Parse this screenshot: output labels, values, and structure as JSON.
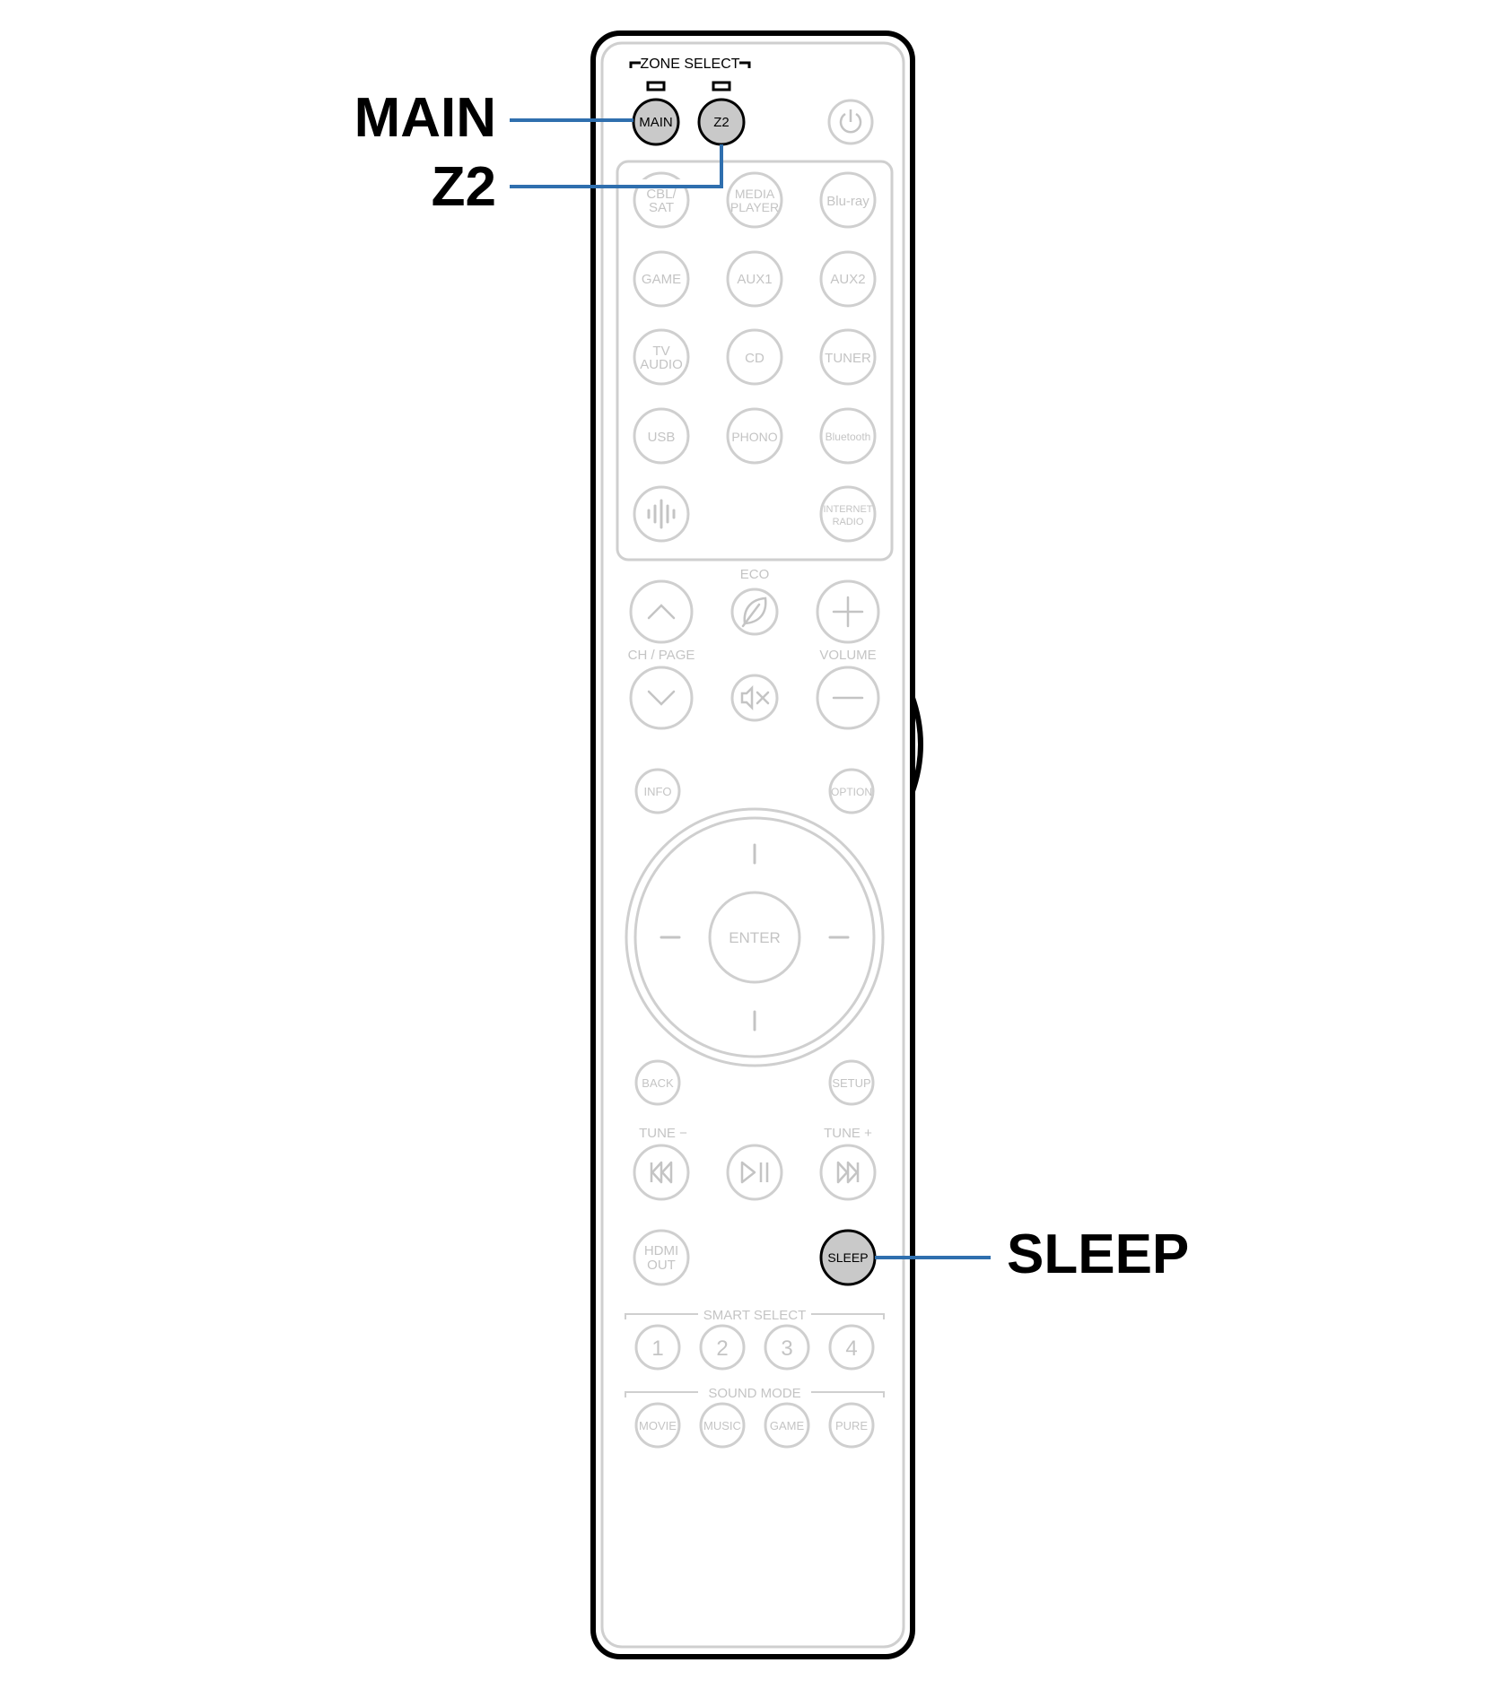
{
  "callouts": {
    "main": "MAIN",
    "z2": "Z2",
    "sleep": "SLEEP"
  },
  "colors": {
    "leader_line": "#2f6fae",
    "highlight_fill": "#c9c9c9",
    "inactive_stroke": "#cfcfcf",
    "inactive_text": "#c4c4c4",
    "outline": "#000000"
  },
  "remote": {
    "zone_select_label": "ZONE SELECT",
    "main_button": "MAIN",
    "z2_button": "Z2",
    "power_icon": "power-icon",
    "source_buttons": {
      "cbl_sat": [
        "CBL/",
        "SAT"
      ],
      "media_player": [
        "MEDIA",
        "PLAYER"
      ],
      "bluray": "Blu-ray",
      "game": "GAME",
      "aux1": "AUX1",
      "aux2": "AUX2",
      "tv_audio": [
        "TV",
        "AUDIO"
      ],
      "cd": "CD",
      "tuner": "TUNER",
      "usb": "USB",
      "phono": "PHONO",
      "bluetooth": "Bluetooth",
      "heos_icon": "heos-icon",
      "internet_radio": [
        "INTERNET",
        "RADIO"
      ]
    },
    "eco_label": "ECO",
    "ch_page_label": "CH / PAGE",
    "volume_label": "VOLUME",
    "info": "INFO",
    "option": "OPTION",
    "enter": "ENTER",
    "back": "BACK",
    "setup": "SETUP",
    "tune_minus": "TUNE −",
    "tune_plus": "TUNE +",
    "hdmi_out": [
      "HDMI",
      "OUT"
    ],
    "sleep": "SLEEP",
    "smart_select_label": "SMART SELECT",
    "smart_select": [
      "1",
      "2",
      "3",
      "4"
    ],
    "sound_mode_label": "SOUND MODE",
    "sound_modes": [
      "MOVIE",
      "MUSIC",
      "GAME",
      "PURE"
    ]
  }
}
